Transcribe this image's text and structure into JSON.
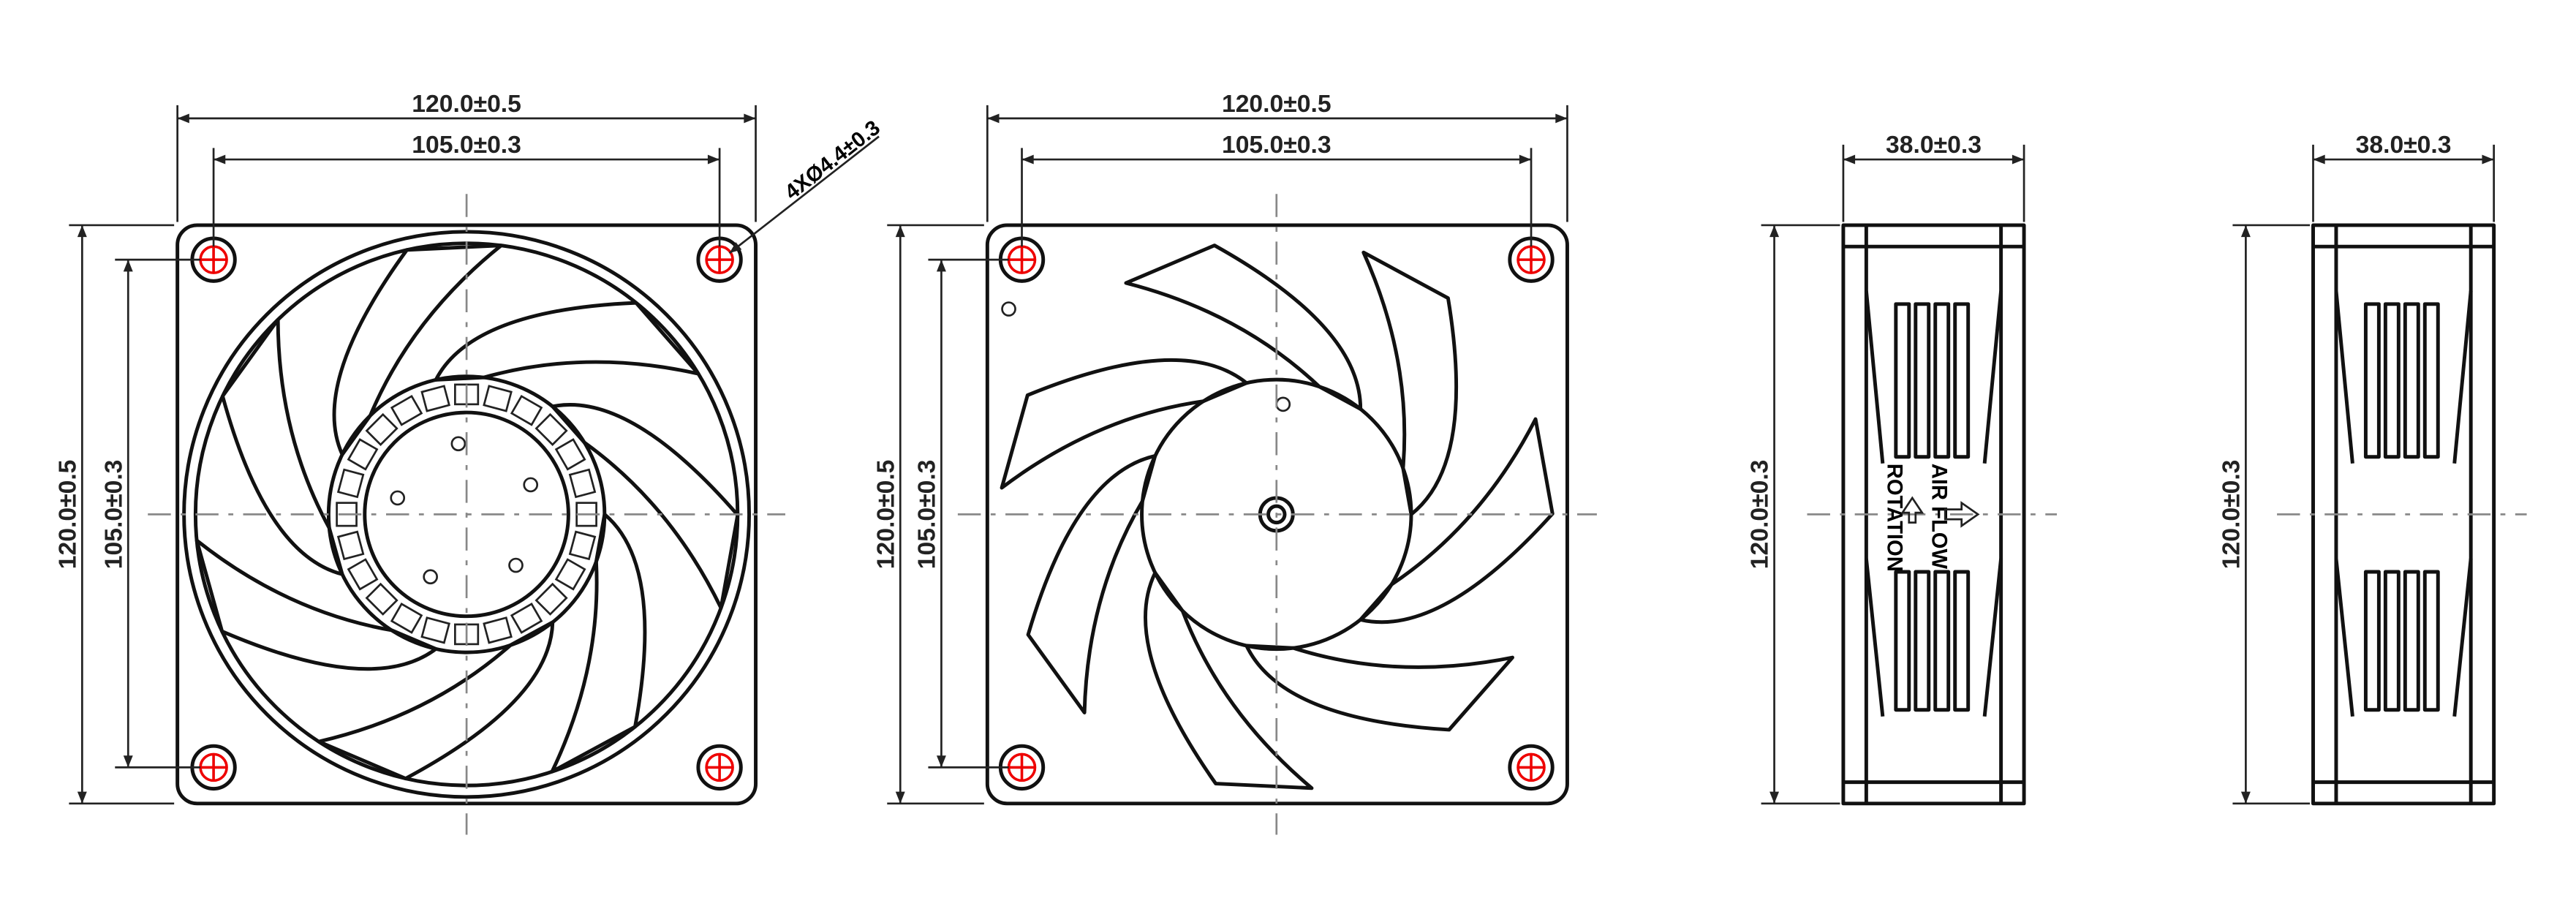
{
  "front_view": {
    "width_outer": "120.0±0.5",
    "width_holes": "105.0±0.3",
    "height_outer": "120.0±0.5",
    "height_holes": "105.0±0.3",
    "hole_callout": "4XØ4.4±0.3"
  },
  "rear_view": {
    "width_outer": "120.0±0.5",
    "width_holes": "105.0±0.3",
    "height_outer": "120.0±0.5",
    "height_holes": "105.0±0.3"
  },
  "side_view_left": {
    "depth": "38.0±0.3",
    "height": "120.0±0.3",
    "airflow_label": "AIR FLOW",
    "rotation_label": "ROTATION"
  },
  "side_view_right": {
    "depth": "38.0±0.3",
    "height": "120.0±0.3"
  },
  "colors": {
    "lines": "#111111",
    "mounting_holes": "#e00000",
    "centerlines": "#888888"
  }
}
